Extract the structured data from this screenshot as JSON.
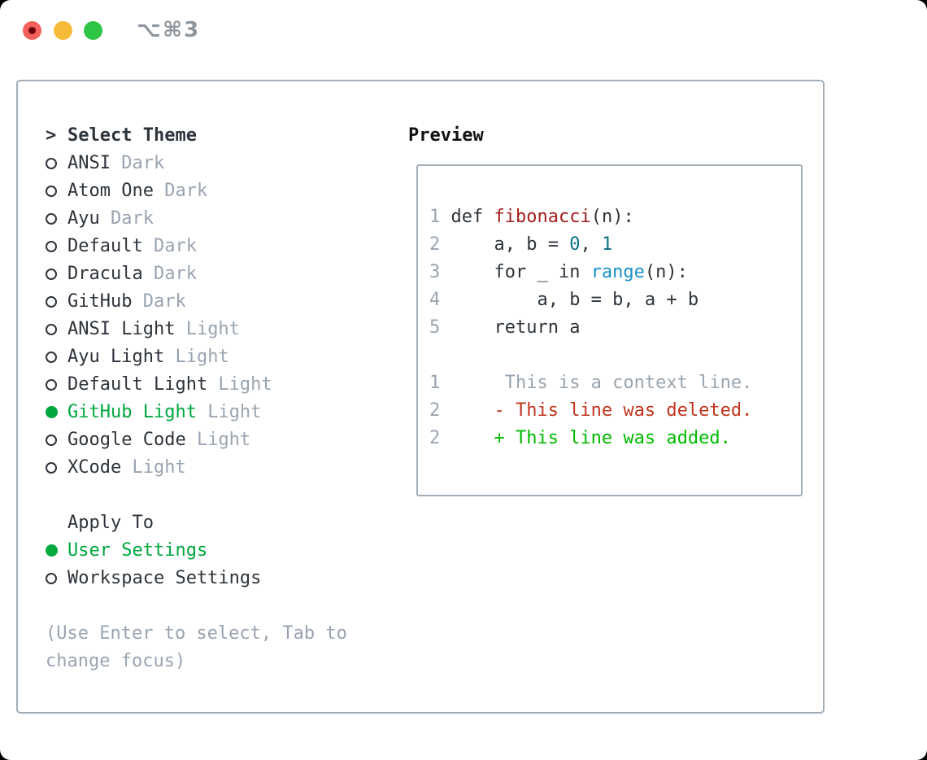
{
  "titlebar": {
    "shortcut_label": "⌥⌘3",
    "traffic_lights": [
      {
        "name": "close-button",
        "color": "#f4605a"
      },
      {
        "name": "minimize-button",
        "color": "#f7ba38"
      },
      {
        "name": "zoom-button",
        "color": "#2ec544"
      }
    ]
  },
  "theme_menu": {
    "cursor_glyph": ">",
    "title": "Select Theme",
    "items": [
      {
        "label": "ANSI",
        "variant": "Dark",
        "selected": false
      },
      {
        "label": "Atom One",
        "variant": "Dark",
        "selected": false
      },
      {
        "label": "Ayu",
        "variant": "Dark",
        "selected": false
      },
      {
        "label": "Default",
        "variant": "Dark",
        "selected": false
      },
      {
        "label": "Dracula",
        "variant": "Dark",
        "selected": false
      },
      {
        "label": "GitHub",
        "variant": "Dark",
        "selected": false
      },
      {
        "label": "ANSI Light",
        "variant": "Light",
        "selected": false
      },
      {
        "label": "Ayu Light",
        "variant": "Light",
        "selected": false
      },
      {
        "label": "Default Light",
        "variant": "Light",
        "selected": false
      },
      {
        "label": "GitHub Light",
        "variant": "Light",
        "selected": true
      },
      {
        "label": "Google Code",
        "variant": "Light",
        "selected": false
      },
      {
        "label": "XCode",
        "variant": "Light",
        "selected": false
      }
    ]
  },
  "apply_to": {
    "title": "Apply To",
    "options": [
      {
        "label": "User Settings",
        "selected": true
      },
      {
        "label": "Workspace Settings",
        "selected": false
      }
    ]
  },
  "hint_lines": [
    "(Use Enter to select, Tab to",
    "change focus)"
  ],
  "preview": {
    "title": "Preview",
    "code_lines": [
      {
        "num": "1",
        "segments": [
          [
            " def ",
            "plain"
          ],
          [
            "fibonacci",
            "fn"
          ],
          [
            "(n):",
            "plain"
          ]
        ]
      },
      {
        "num": "2",
        "segments": [
          [
            "     a, b = ",
            "plain"
          ],
          [
            "0",
            "tealnum"
          ],
          [
            ", ",
            "plain"
          ],
          [
            "1",
            "tealnum"
          ]
        ]
      },
      {
        "num": "3",
        "segments": [
          [
            "     for _ in ",
            "plain"
          ],
          [
            "range",
            "builtin"
          ],
          [
            "(n):",
            "plain"
          ]
        ]
      },
      {
        "num": "4",
        "segments": [
          [
            "         a, b = b, a + b",
            "plain"
          ]
        ]
      },
      {
        "num": "5",
        "segments": [
          [
            "     return a",
            "plain"
          ]
        ]
      },
      {
        "num": "",
        "segments": []
      },
      {
        "num": "1",
        "segments": [
          [
            "      This is a context line.",
            "ctx"
          ]
        ]
      },
      {
        "num": "2",
        "segments": [
          [
            "     - This line was deleted.",
            "del"
          ]
        ]
      },
      {
        "num": "2",
        "segments": [
          [
            "     + This line was added.",
            "add"
          ]
        ]
      }
    ]
  },
  "colors": {
    "text": "#2e343b",
    "muted": "#9aa4b0",
    "accent_green": "#00a83e",
    "panel_border": "#a3aeb8",
    "function_red": "#a51f1f",
    "number_teal": "#0b7285",
    "builtin_blue": "#1792c9",
    "diff_deleted": "#c0351e",
    "diff_added": "#00bb00"
  }
}
